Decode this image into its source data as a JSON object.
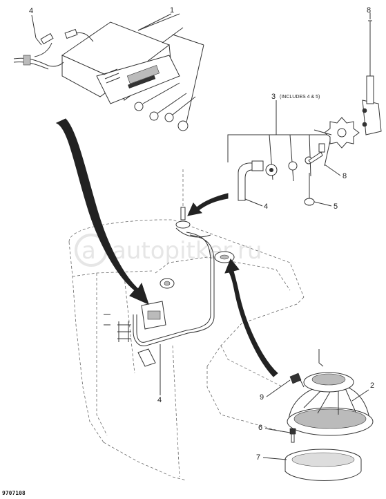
{
  "watermark": {
    "text": "autopitker.ru",
    "logo": "a"
  },
  "drawing_code": "9707108",
  "callouts": {
    "radio_unit": "1",
    "speaker": "2",
    "antenna_kit": "3",
    "harness_top": "4",
    "antenna_lead": "4",
    "harness_bottom": "4",
    "mount_nut": "5",
    "screw": "6",
    "grille": "7",
    "mast_mount": "8",
    "antenna_top": "8",
    "clip": "9"
  },
  "kit_note": "(INCLUDES 4 & 5)"
}
